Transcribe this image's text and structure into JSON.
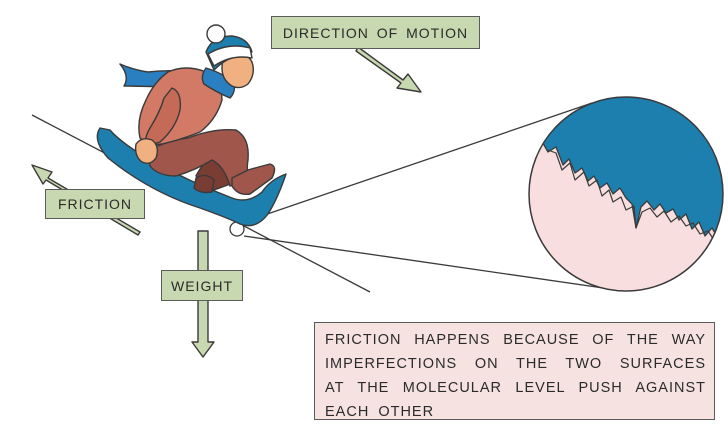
{
  "labels": {
    "direction_of_motion": "DIRECTION OF MOTION",
    "friction": "FRICTION",
    "weight": "WEIGHT"
  },
  "explanation": {
    "lines": [
      "FRICTION HAPPENS BECAUSE OF THE WAY",
      "IMPERFECTIONS ON THE TWO SURFACES",
      "AT THE MOLECULAR LEVEL PUSH AGAINST",
      "EACH OTHER"
    ]
  },
  "colors": {
    "arrow_fill": "#c8d8b0",
    "outline": "#3a3a3a",
    "sled_blue": "#1d7fae",
    "coat": "#d27a66",
    "trousers": "#a0564a",
    "scarf": "#2a7fc1",
    "skin": "#f0b07f",
    "snow_surface": "#f8dede",
    "note_fill": "#f7e2e2"
  }
}
